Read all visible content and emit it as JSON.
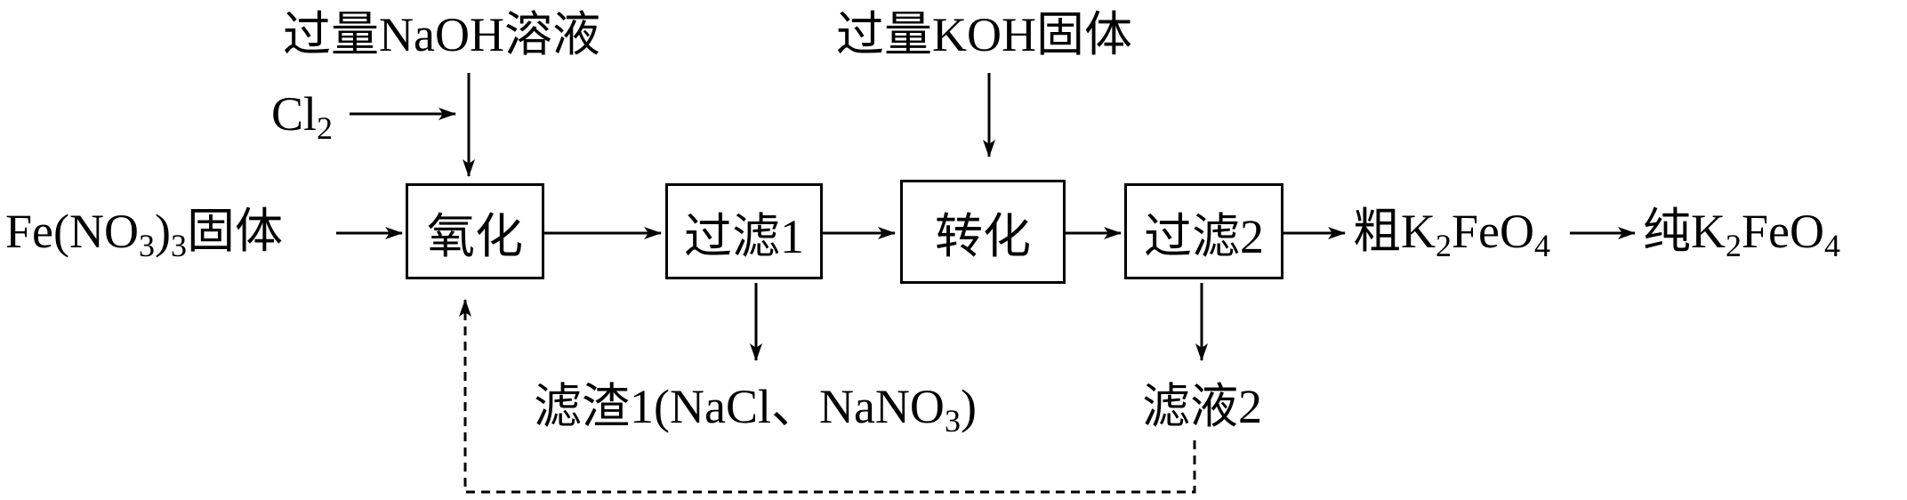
{
  "reagents": {
    "naoh": "过量NaOH溶液",
    "koh": "过量KOH固体",
    "cl2_main": "Cl",
    "cl2_sub": "2"
  },
  "start": {
    "p1": "Fe(NO",
    "s1": "3",
    "p2": ")",
    "s2": "3",
    "p3": "固体"
  },
  "steps": {
    "oxidation": "氧化",
    "filter1": "过滤1",
    "conversion": "转化",
    "filter2": "过滤2"
  },
  "products": {
    "crude_p1": "粗K",
    "crude_s1": "2",
    "crude_p2": "FeO",
    "crude_s2": "4",
    "pure_p1": "纯K",
    "pure_s1": "2",
    "pure_p2": "FeO",
    "pure_s2": "4"
  },
  "byproducts": {
    "residue1_p1": "滤渣1(NaCl、NaNO",
    "residue1_s1": "3",
    "residue1_p2": ")",
    "filtrate2": "滤液2"
  },
  "colors": {
    "line": "#000000",
    "background": "#ffffff"
  }
}
